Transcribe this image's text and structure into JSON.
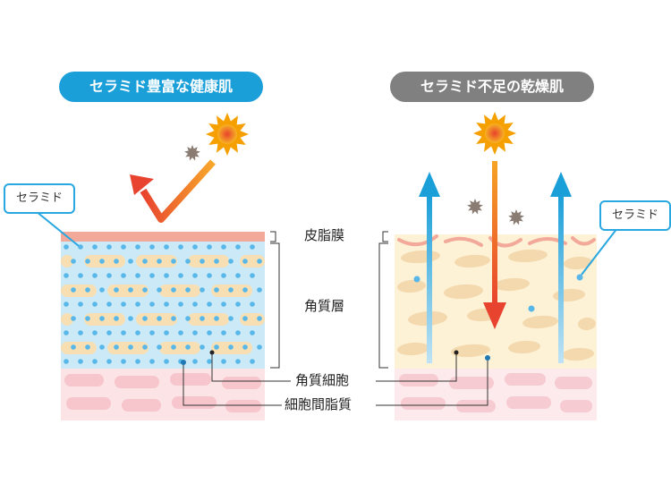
{
  "titles": {
    "left": "セラミド豊富な健康肌",
    "right": "セラミド不足の乾燥肌"
  },
  "callouts": {
    "left": "セラミド",
    "right": "セラミド"
  },
  "labels": {
    "sebum_membrane": "皮脂膜",
    "stratum_corneum": "角質層",
    "corneocyte": "角質細胞",
    "intercellular_lipid": "細胞間脂質"
  },
  "colors": {
    "accent_blue": "#1a9fd9",
    "title_gray": "#808080",
    "sun": "#f5a000",
    "uv_arrow": "#ee5a24",
    "moisture_arrow": "#2ea3e0",
    "ceramide_dot": "#57b7e8",
    "healthy_bg": "#cce9f8",
    "dry_bg": "#fdf1d6",
    "cell": "#f7dfb3",
    "dermis": "#fbe3e6",
    "sebum": "#f2a999"
  }
}
